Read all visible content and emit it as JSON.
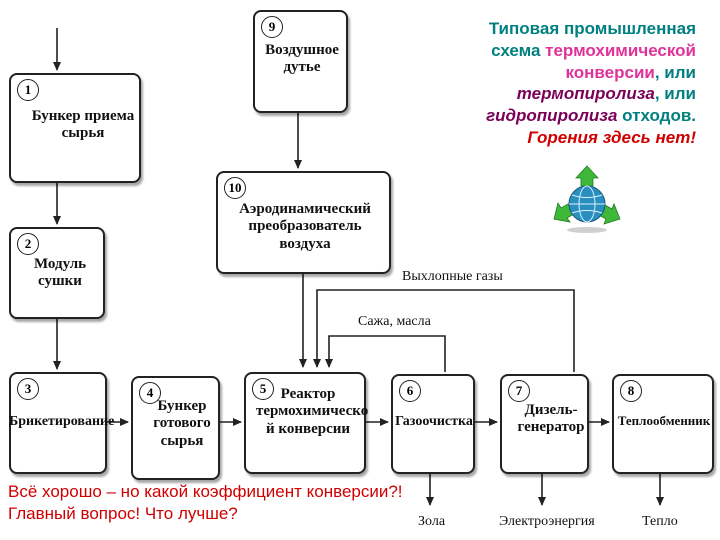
{
  "title": {
    "part1": "Типовая промышленная схема",
    "part2": "термохимической конверсии",
    "part3": ", или",
    "part4": "термопиролиза",
    "part5": ", или",
    "part6": "гидропиролиза",
    "part7": "отходов.",
    "part8": "Горения здесь нет!"
  },
  "colors": {
    "teal": "#008080",
    "pink": "#e0339a",
    "purple": "#7a0058",
    "red": "#d00000",
    "arrow": "#222222"
  },
  "blocks": [
    {
      "n": "1",
      "label": "Бункер приема сырья"
    },
    {
      "n": "2",
      "label": "Модуль сушки"
    },
    {
      "n": "3",
      "label": "Брикетирование"
    },
    {
      "n": "4",
      "label": "Бункер готового сырья"
    },
    {
      "n": "5",
      "label": "Реактор термохимическо й конверсии"
    },
    {
      "n": "6",
      "label": "Газоочистка"
    },
    {
      "n": "7",
      "label": "Дизель-генератор"
    },
    {
      "n": "8",
      "label": "Теплообменник"
    },
    {
      "n": "9",
      "label": "Воздушное дутье"
    },
    {
      "n": "10",
      "label": "Аэродинамический преобразователь воздуха"
    }
  ],
  "flows": {
    "exhaust": "Выхлопные газы",
    "soot_oil": "Сажа, масла",
    "ash": "Зола",
    "electricity": "Электроэнергия",
    "heat": "Тепло"
  },
  "question": "Всё хорошо – но какой коэффициент конверсии?! Главный вопрос! Что лучше?",
  "logo_icon": "recycling-globe-icon"
}
